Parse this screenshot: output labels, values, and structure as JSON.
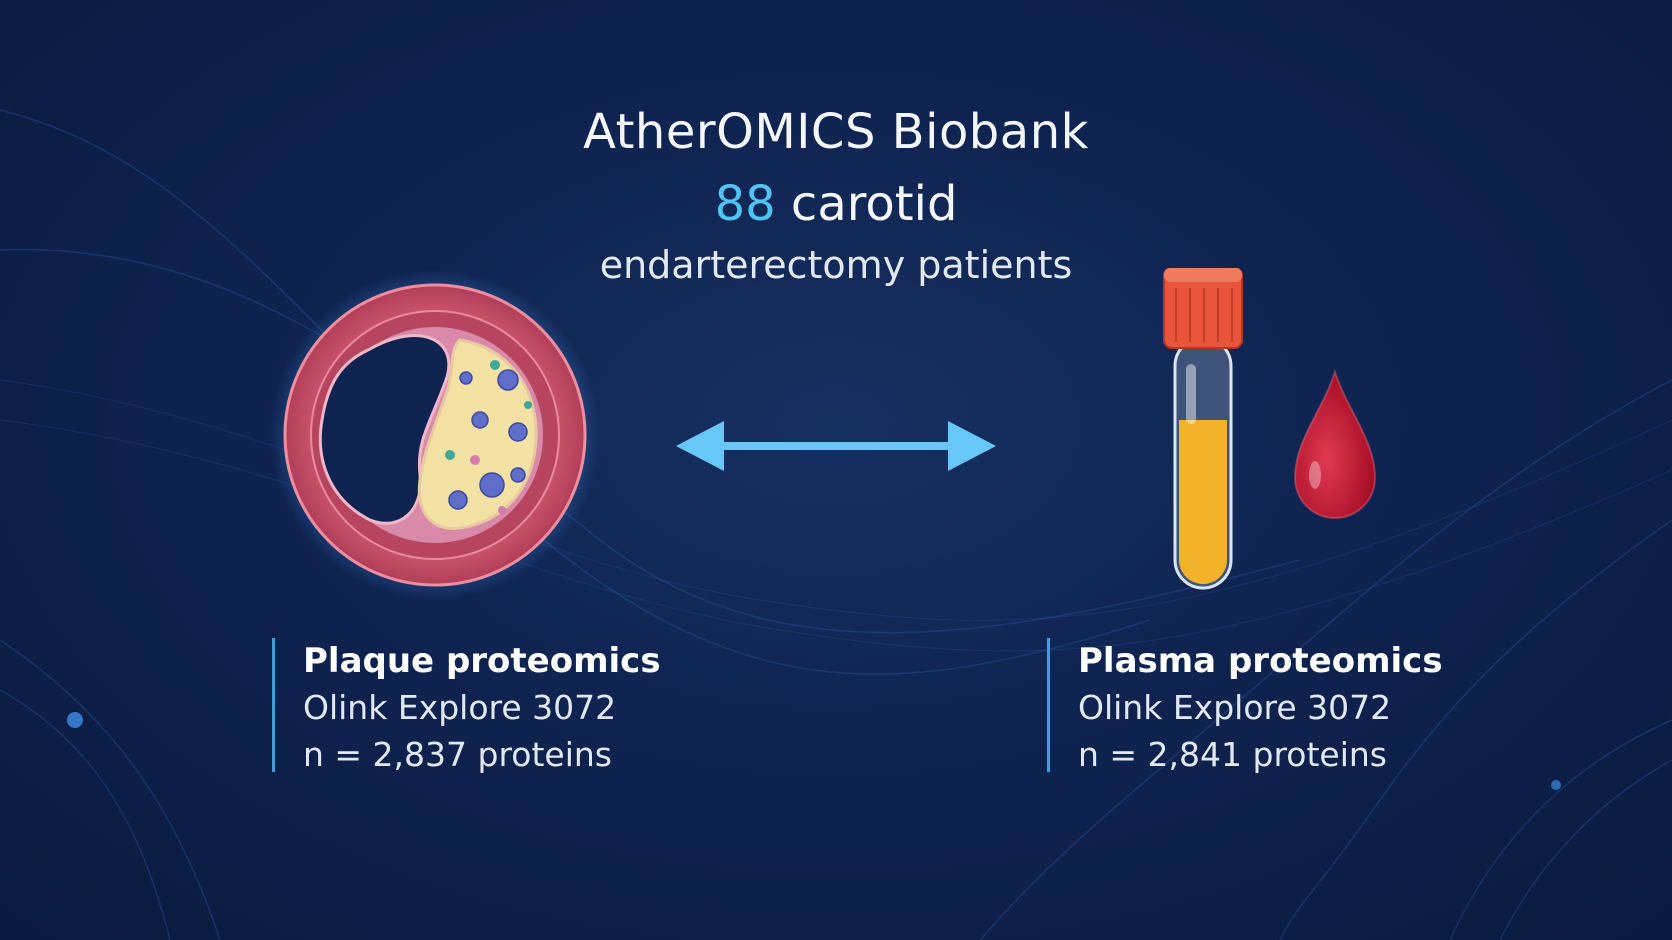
{
  "header": {
    "title": "AtherOMICS Biobank",
    "count": "88",
    "count_suffix": " carotid",
    "subtitle_line2": "endarterectomy patients"
  },
  "panels": [
    {
      "heading": "Plaque proteomics",
      "platform": "Olink Explore 3072",
      "count": "n = 2,837 proteins",
      "illustration": "plaque-cross-section-icon"
    },
    {
      "heading": "Plasma proteomics",
      "platform": "Olink Explore 3072",
      "count": "n = 2,841 proteins",
      "illustration": "blood-tube-icon"
    }
  ],
  "connector": "double-arrow-icon",
  "colors": {
    "background": "#0f2350",
    "accent": "#4fc4f4",
    "divider": "#3e9fe0",
    "vessel_wall": "#c24a63",
    "plaque": "#f4e1a4",
    "plasma": "#f2b32a",
    "tube_cap": "#e8553a",
    "blood": "#c8102e"
  }
}
